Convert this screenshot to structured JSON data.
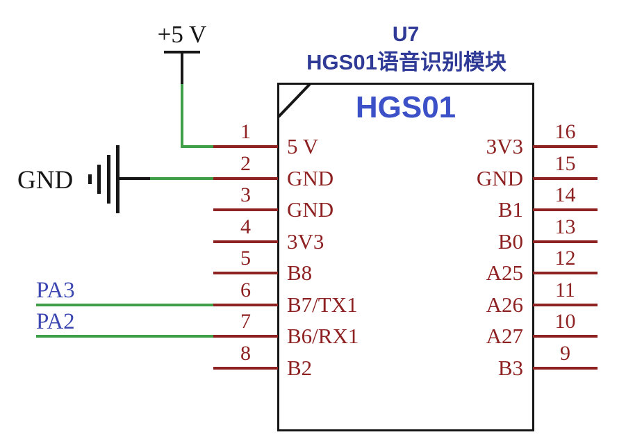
{
  "component": {
    "refdes": "U7",
    "subtitle": "HGS01语音识别模块",
    "chip_name": "HGS01"
  },
  "power": {
    "label": "+5 V"
  },
  "ground": {
    "label": "GND"
  },
  "nets": {
    "pa3": "PA3",
    "pa2": "PA2"
  },
  "pins": {
    "left": [
      {
        "number": "1",
        "label": "5 V"
      },
      {
        "number": "2",
        "label": "GND"
      },
      {
        "number": "3",
        "label": "GND"
      },
      {
        "number": "4",
        "label": "3V3"
      },
      {
        "number": "5",
        "label": "B8"
      },
      {
        "number": "6",
        "label": "B7/TX1"
      },
      {
        "number": "7",
        "label": "B6/RX1"
      },
      {
        "number": "8",
        "label": "B2"
      }
    ],
    "right": [
      {
        "number": "16",
        "label": "3V3"
      },
      {
        "number": "15",
        "label": "GND"
      },
      {
        "number": "14",
        "label": "B1"
      },
      {
        "number": "13",
        "label": "B0"
      },
      {
        "number": "12",
        "label": "A25"
      },
      {
        "number": "11",
        "label": "A26"
      },
      {
        "number": "10",
        "label": "A27"
      },
      {
        "number": "9",
        "label": "B3"
      }
    ]
  },
  "colors": {
    "wire_red": "#8e2121",
    "wire_green": "#3f9e48",
    "title_navy": "#2e3a96",
    "chip_blue": "#3c50c8",
    "net_blue": "#3c47b2",
    "symbol_black": "#161616"
  }
}
